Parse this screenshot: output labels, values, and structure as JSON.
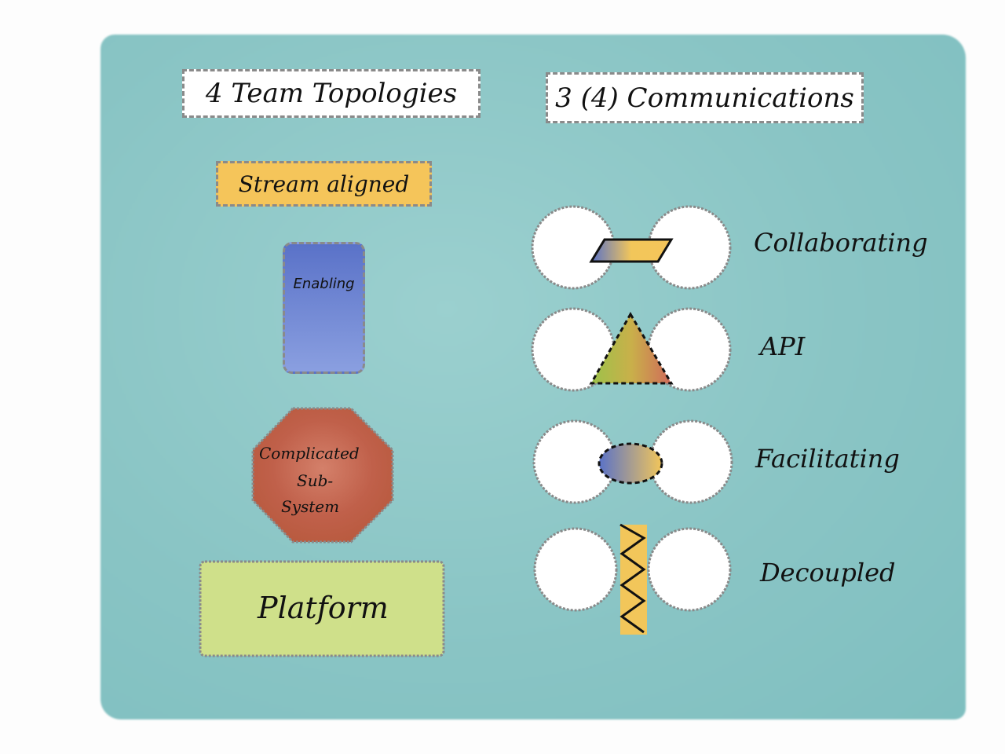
{
  "left_title": "4 Team Topologies",
  "right_title": "3 (4) Communications",
  "topologies": {
    "stream_aligned": "Stream aligned",
    "enabling": "Enabling",
    "complicated_line1": "Complicated",
    "complicated_line2": "Sub-",
    "complicated_line3": "System",
    "platform": "Platform"
  },
  "communications": {
    "collaborating": "Collaborating",
    "api": "API",
    "facilitating": "Facilitating",
    "decoupled": "Decoupled"
  },
  "colors": {
    "wash": "#8ac5c5",
    "stream": "#f5c55a",
    "enabling": "#6f86d0",
    "complicated": "#c0604a",
    "platform": "#cfe08a"
  }
}
